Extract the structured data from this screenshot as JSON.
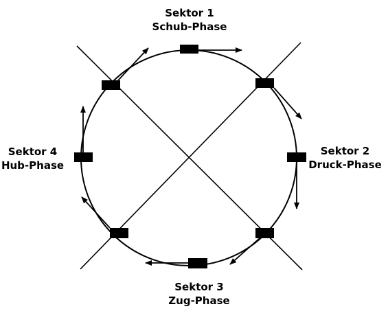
{
  "sectors": [
    {
      "title": "Sektor 1",
      "phase": "Schub-Phase"
    },
    {
      "title": "Sektor 2",
      "phase": "Druck-Phase"
    },
    {
      "title": "Sektor 3",
      "phase": "Zug-Phase"
    },
    {
      "title": "Sektor 4",
      "phase": "Hub-Phase"
    }
  ],
  "colors": {
    "stroke": "#000000",
    "background": "#ffffff"
  }
}
